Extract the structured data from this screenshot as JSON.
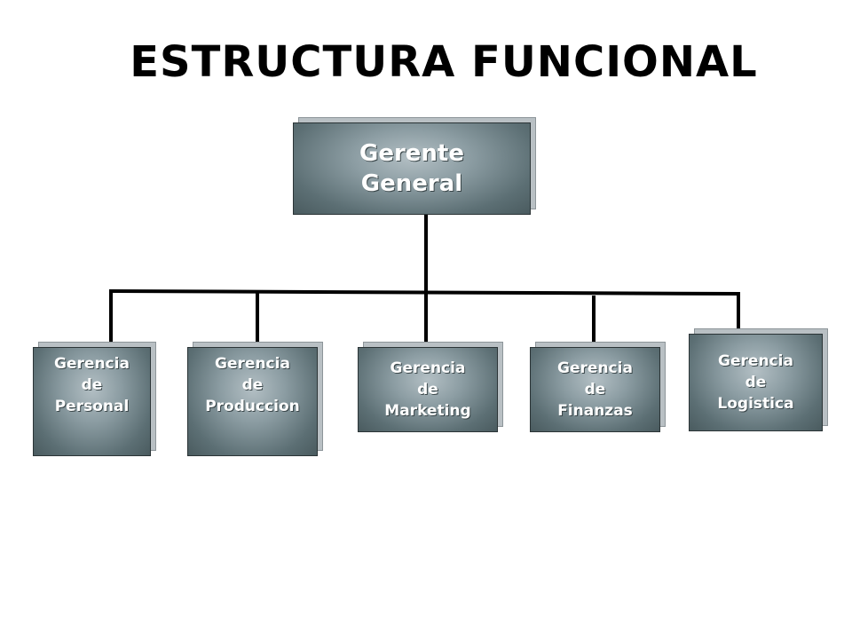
{
  "title": "ESTRUCTURA FUNCIONAL",
  "root": {
    "lines": [
      "Gerente",
      "General"
    ]
  },
  "departments": [
    {
      "lines": [
        "Gerencia",
        "de",
        "Personal"
      ]
    },
    {
      "lines": [
        "Gerencia",
        "de",
        "Produccion"
      ]
    },
    {
      "lines": [
        "Gerencia",
        "de",
        "Marketing"
      ]
    },
    {
      "lines": [
        "Gerencia",
        "de",
        "Finanzas"
      ]
    },
    {
      "lines": [
        "Gerencia",
        "de",
        "Logistica"
      ]
    }
  ],
  "colors": {
    "box_face": "#6f8287",
    "box_shadow": "#b9c0c4",
    "line": "#000000",
    "text": "#ffffff"
  }
}
